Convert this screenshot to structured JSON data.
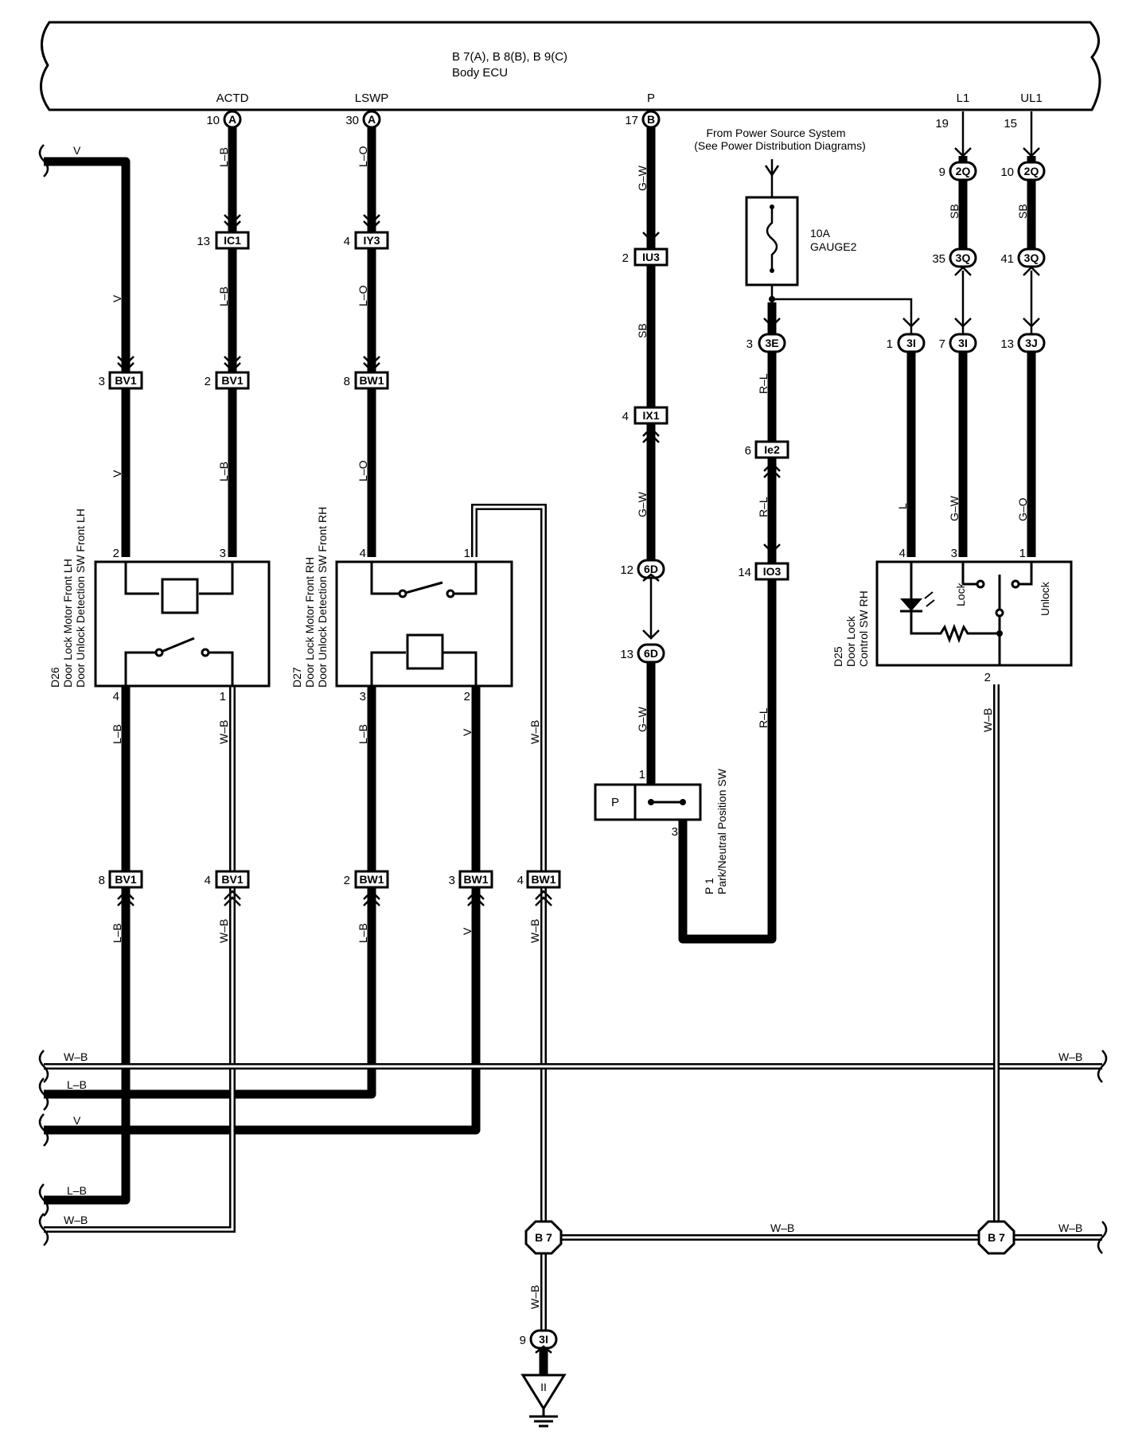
{
  "ecu": {
    "connectors_label": "B 7(A), B 8(B), B 9(C)",
    "name": "Body ECU",
    "terminals": {
      "actd": "ACTD",
      "lswp": "LSWP",
      "p": "P",
      "l1": "L1",
      "ul1": "UL1"
    }
  },
  "ecu_pins": [
    {
      "pin": "10",
      "conn": "A"
    },
    {
      "pin": "30",
      "conn": "A"
    },
    {
      "pin": "17",
      "conn": "B"
    },
    {
      "pin": "19",
      "conn": ""
    },
    {
      "pin": "15",
      "conn": ""
    }
  ],
  "power": {
    "line1": "From Power Source System",
    "line2": "(See Power Distribution Diagrams)",
    "fuse_rating": "10A",
    "fuse_name": "GAUGE2"
  },
  "connectors": {
    "ic1": {
      "pin": "13",
      "name": "IC1"
    },
    "iy3": {
      "pin": "4",
      "name": "IY3"
    },
    "iu3": {
      "pin": "2",
      "name": "IU3"
    },
    "bv1a": {
      "pin": "3",
      "name": "BV1"
    },
    "bv1b": {
      "pin": "2",
      "name": "BV1"
    },
    "bw1a": {
      "pin": "8",
      "name": "BW1"
    },
    "ix1": {
      "pin": "4",
      "name": "IX1"
    },
    "ie2": {
      "pin": "6",
      "name": "Ie2"
    },
    "io3": {
      "pin": "14",
      "name": "IO3"
    },
    "c6d12": {
      "pin": "12",
      "name": "6D"
    },
    "c6d13": {
      "pin": "13",
      "name": "6D"
    },
    "c3e": {
      "pin": "3",
      "name": "3E"
    },
    "c3i1": {
      "pin": "1",
      "name": "3I"
    },
    "c3i7": {
      "pin": "7",
      "name": "3I"
    },
    "c3j": {
      "pin": "13",
      "name": "3J"
    },
    "c2q9": {
      "pin": "9",
      "name": "2Q"
    },
    "c2q10": {
      "pin": "10",
      "name": "2Q"
    },
    "c3q35": {
      "pin": "35",
      "name": "3Q"
    },
    "c3q41": {
      "pin": "41",
      "name": "3Q"
    },
    "bv1c": {
      "pin": "8",
      "name": "BV1"
    },
    "bv1d": {
      "pin": "4",
      "name": "BV1"
    },
    "bw1b": {
      "pin": "2",
      "name": "BW1"
    },
    "bw1c": {
      "pin": "3",
      "name": "BW1"
    },
    "bw1d": {
      "pin": "4",
      "name": "BW1"
    },
    "c3i9": {
      "pin": "9",
      "name": "3I"
    }
  },
  "wires": {
    "v": "V",
    "lb": "L–B",
    "lo": "L–O",
    "gw": "G–W",
    "sb": "SB",
    "rl": "R–L",
    "l": "L",
    "go": "G–O",
    "wb": "W–B"
  },
  "components": {
    "d26": {
      "id": "D26",
      "line1": "Door Lock Motor Front LH",
      "line2": "Door Unlock Detection SW Front LH",
      "pins": [
        "2",
        "3",
        "4",
        "1"
      ]
    },
    "d27": {
      "id": "D27",
      "line1": "Door Lock Motor Front RH",
      "line2": "Door Unlock Detection SW Front RH",
      "pins": [
        "4",
        "1",
        "3",
        "2"
      ]
    },
    "d25": {
      "id": "D25",
      "line1": "Door Lock",
      "line2": "Control SW RH",
      "pins": [
        "4",
        "3",
        "1",
        "2"
      ],
      "lock": "Lock",
      "unlock": "Unlock"
    },
    "p1": {
      "id": "P 1",
      "name": "Park/Neutral Position SW",
      "pins": [
        "1",
        "3"
      ],
      "letter": "P"
    }
  },
  "grounds": {
    "b7": "B 7",
    "ground": "II"
  }
}
